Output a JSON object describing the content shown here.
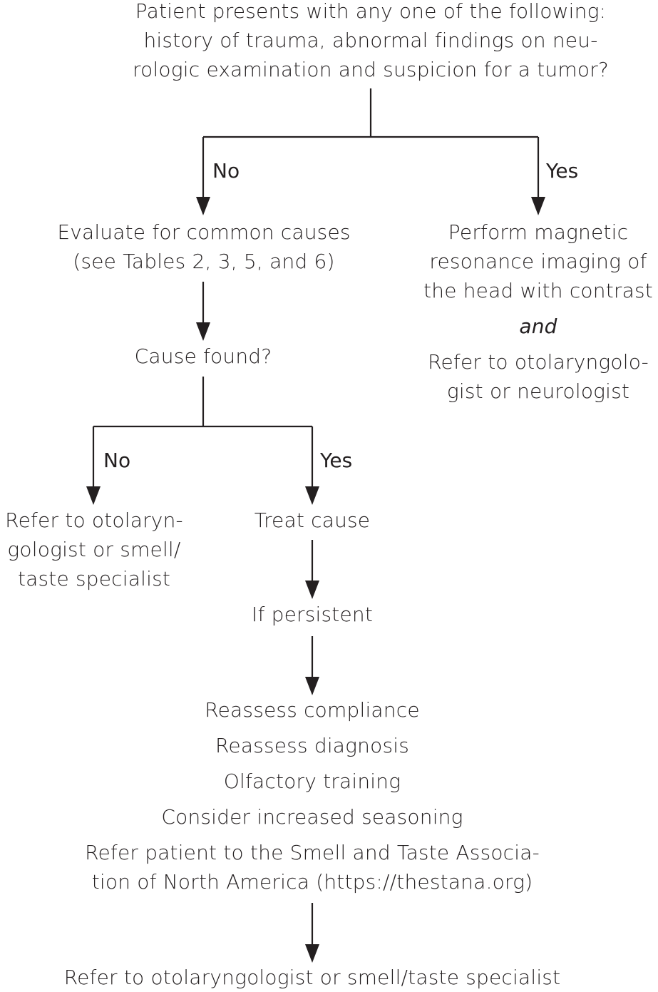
{
  "colors": {
    "ink": "#231f20",
    "background": "#ffffff"
  },
  "flowchart": {
    "start": {
      "lines": [
        "Patient presents with any one of the following:",
        "history of trauma, abnormal findings on neu-",
        "rologic examination and suspicion for a tumor?"
      ]
    },
    "branch1": {
      "no_label": "No",
      "yes_label": "Yes"
    },
    "evaluate": {
      "lines": [
        "Evaluate for common causes",
        "(see Tables 2, 3, 5, and 6)"
      ]
    },
    "mri": {
      "lines": [
        "Perform magnetic",
        "resonance imaging of",
        "the head with contrast"
      ],
      "conjunction": "and",
      "refer_lines": [
        "Refer to otolaryngolo-",
        "gist or neurologist"
      ]
    },
    "cause_found": {
      "lines": [
        "Cause found?"
      ]
    },
    "branch2": {
      "no_label": "No",
      "yes_label": "Yes"
    },
    "refer_specialist": {
      "lines": [
        "Refer to otolaryn-",
        "gologist or smell/",
        "taste specialist"
      ]
    },
    "treat_cause": {
      "lines": [
        "Treat cause"
      ]
    },
    "if_persistent": {
      "lines": [
        "If persistent"
      ]
    },
    "persistent_actions": {
      "items": [
        "Reassess compliance",
        "Reassess diagnosis",
        "Olfactory training",
        "Consider increased seasoning"
      ],
      "association_lines": [
        "Refer patient to the Smell and Taste Associa-",
        "tion of North America (https://thestana.org)"
      ]
    },
    "final": {
      "lines": [
        "Refer to otolaryngologist or smell/taste specialist"
      ]
    }
  }
}
